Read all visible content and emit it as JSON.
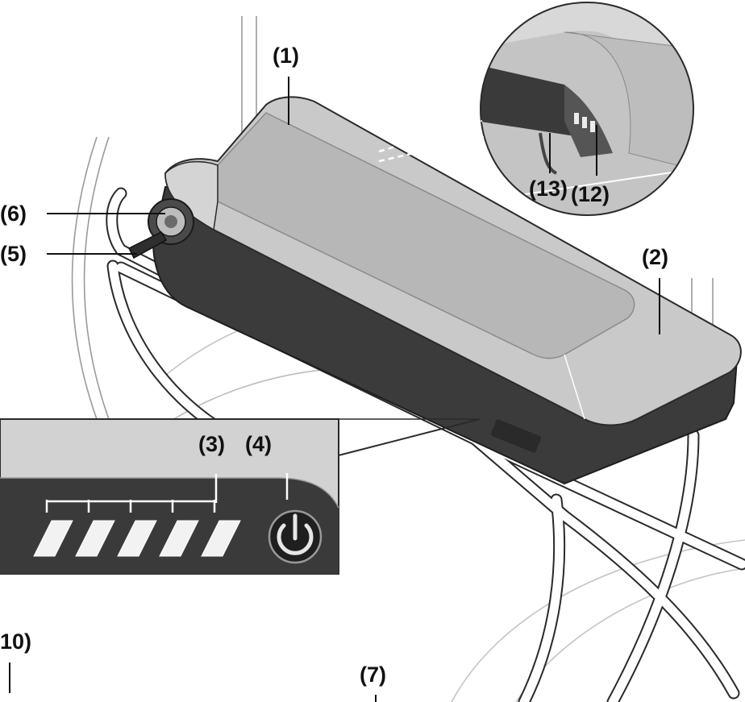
{
  "figure": {
    "colors": {
      "battery_top": "#c9c9c9",
      "battery_side": "#3b3b3b",
      "panel_bg": "#d2d2d2",
      "panel_dark": "#3a3a3a",
      "rack": "#ffffff",
      "outline": "#2a2a2a"
    },
    "callouts": {
      "c1": "(1)",
      "c2": "(2)",
      "c3": "(3)",
      "c4": "(4)",
      "c5": "(5)",
      "c6": "(6)",
      "c7": "(7)",
      "c10": "10)",
      "c12": "(12)",
      "c13": "(13)"
    },
    "charge_indicator": {
      "led_count": 5
    },
    "icons": {
      "power_button": "power-icon",
      "key": "key-icon",
      "lock": "lock-icon",
      "contacts": "contacts-icon"
    }
  }
}
